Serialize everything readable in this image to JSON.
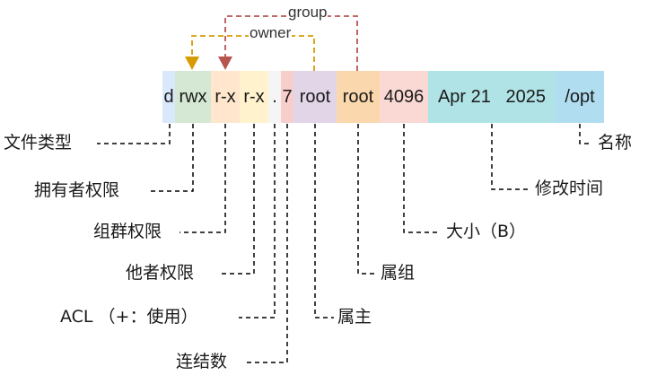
{
  "segments": [
    {
      "id": "type",
      "text": "d",
      "color": "#dae8fc"
    },
    {
      "id": "owner-perm",
      "text": "rwx",
      "color": "#d5e8d4"
    },
    {
      "id": "group-perm",
      "text": "r-x",
      "color": "#ffe6cc"
    },
    {
      "id": "other-perm",
      "text": "r-x",
      "color": "#fff2cc"
    },
    {
      "id": "acl",
      "text": ".",
      "color": "#f5f5f5"
    },
    {
      "id": "links",
      "text": "7",
      "color": "#f8cecc"
    },
    {
      "id": "owner",
      "text": "root",
      "color": "#e1d5e7"
    },
    {
      "id": "group",
      "text": "root",
      "color": "#fad7ac"
    },
    {
      "id": "size",
      "text": "4096",
      "color": "#fad9d5"
    },
    {
      "id": "mtime",
      "text": "Apr 21   2025",
      "color": "#b0e3e6"
    },
    {
      "id": "name",
      "text": "/opt",
      "color": "#b1ddf0"
    }
  ],
  "labels": {
    "type": "文件类型",
    "owner_perm": "拥有者权限",
    "group_perm": "组群权限",
    "other_perm": "他者权限",
    "acl": "ACL （+：使用）",
    "links": "连结数",
    "owner": "属主",
    "group": "属组",
    "size": "大小（B）",
    "mtime": "修改时间",
    "name": "名称"
  },
  "arrows": {
    "owner": {
      "label": "owner",
      "color": "#d79b00"
    },
    "group": {
      "label": "group",
      "color": "#b85450"
    }
  }
}
